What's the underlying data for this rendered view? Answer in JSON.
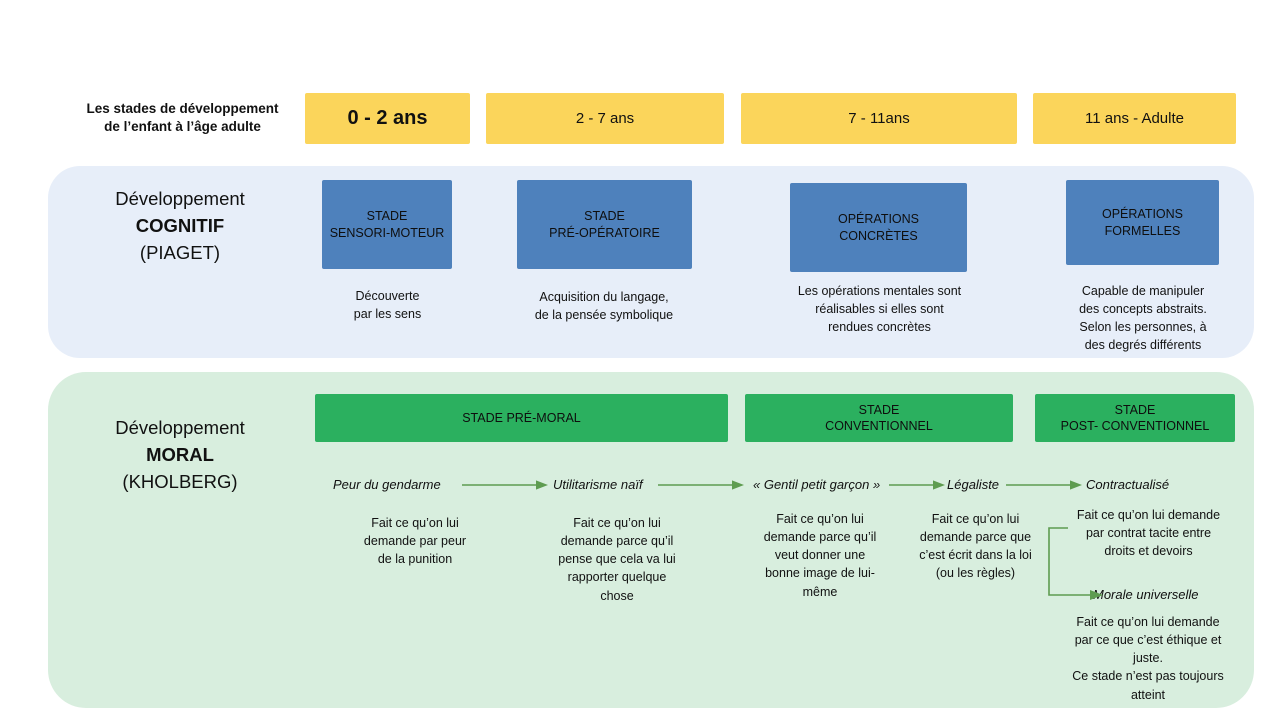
{
  "header": {
    "title_line1": "Les stades de développement",
    "title_line2": "de l’enfant à l’âge adulte",
    "age_boxes": [
      {
        "label": "0 - 2 ans"
      },
      {
        "label": "2 - 7 ans"
      },
      {
        "label": "7 - 11ans"
      },
      {
        "label": "11 ans - Adulte"
      }
    ]
  },
  "cognitive": {
    "section_line1": "Développement",
    "section_line2": "COGNITIF",
    "section_line3": "(PIAGET)",
    "stages": [
      {
        "box_line1": "STADE",
        "box_line2": "SENSORI-MOTEUR",
        "desc": "Découverte\npar les sens"
      },
      {
        "box_line1": "STADE",
        "box_line2": "PRÉ-OPÉRATOIRE",
        "desc": "Acquisition du langage,\nde la pensée symbolique"
      },
      {
        "box_line1": "OPÉRATIONS",
        "box_line2": "CONCRÈTES",
        "desc": "Les opérations mentales sont\nréalisables si elles sont\nrendues concrètes"
      },
      {
        "box_line1": "OPÉRATIONS",
        "box_line2": "FORMELLES",
        "desc": "Capable de manipuler\ndes concepts abstraits.\nSelon les personnes, à\ndes degrés différents"
      }
    ]
  },
  "moral": {
    "section_line1": "Développement",
    "section_line2": "MORAL",
    "section_line3": "(KHOLBERG)",
    "stage_boxes": [
      {
        "line1": "STADE PRÉ-MORAL",
        "line2": ""
      },
      {
        "line1": "STADE",
        "line2": "CONVENTIONNEL"
      },
      {
        "line1": "STADE",
        "line2": "POST- CONVENTIONNEL"
      }
    ],
    "substages": [
      {
        "label": "Peur du gendarme",
        "desc": "Fait ce qu’on lui\ndemande par peur\nde la punition"
      },
      {
        "label": "Utilitarisme naïf",
        "desc": "Fait ce qu’on lui\ndemande parce qu’il\npense que cela va lui\nrapporter quelque\nchose"
      },
      {
        "label": "« Gentil petit garçon »",
        "desc": "Fait ce qu’on lui\ndemande parce qu’il\nveut donner une\nbonne image de lui-\nmême"
      },
      {
        "label": "Légaliste",
        "desc": "Fait ce qu’on lui\ndemande parce que\nc’est écrit dans la loi\n(ou les règles)"
      },
      {
        "label": "Contractualisé",
        "desc": "Fait ce qu’on lui demande\npar contrat tacite entre\ndroits et devoirs"
      },
      {
        "label": "Morale  universelle",
        "desc": "Fait ce qu’on lui demande\npar ce que c’est éthique et\njuste.\nCe stade n’est pas toujours\natteint"
      }
    ]
  },
  "colors": {
    "age_box": "#FBD55B",
    "cognitive_panel": "#E7EEF9",
    "cognitive_box": "#4E81BC",
    "moral_panel": "#D8EEDE",
    "moral_box": "#2BB05F",
    "arrow": "#5E9C50"
  }
}
